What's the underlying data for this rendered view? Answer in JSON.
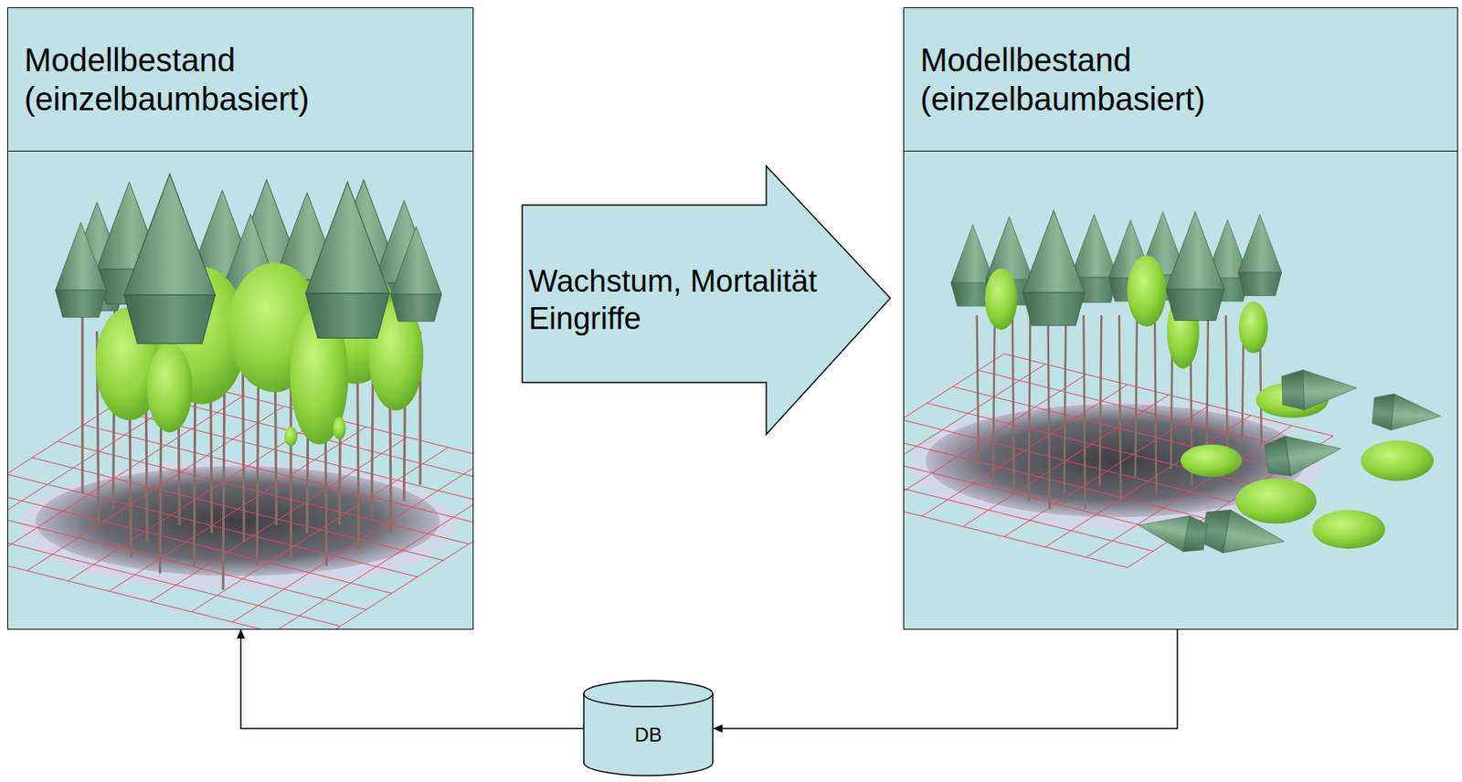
{
  "diagram": {
    "nodes": [
      {
        "text": [
          "Modellbestand (einzelbaumbasiert)"
        ]
      },
      {
        "text": [
          "Wachstum, Mortalität Eingriffe"
        ]
      },
      {
        "text": [
          "Modellbestand (einzelbaumbasiert)"
        ]
      },
      {
        "text": [
          "DB"
        ]
      }
    ],
    "edges": [
      {
        "from": 2,
        "to": 3,
        "arrow": "to"
      },
      {
        "from": 3,
        "to": 0,
        "arrow": "to"
      }
    ]
  }
}
